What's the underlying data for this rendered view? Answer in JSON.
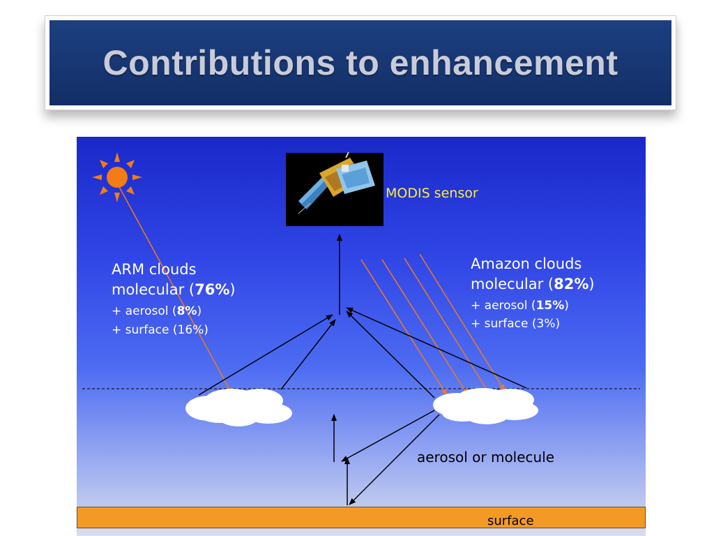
{
  "slide": {
    "title": "Contributions to enhancement"
  },
  "diagram": {
    "sensor_label": "MODIS sensor",
    "arm": {
      "heading": "ARM clouds",
      "molecular_prefix": "molecular (",
      "molecular_value": "76%",
      "molecular_suffix": ")",
      "aerosol_prefix": "+ aerosol (",
      "aerosol_value": "8%",
      "aerosol_suffix": ")",
      "surface_line": "+ surface (16%)"
    },
    "amazon": {
      "heading": "Amazon clouds",
      "molecular_prefix": "molecular (",
      "molecular_value": "82%",
      "molecular_suffix": ")",
      "aerosol_prefix": "+ aerosol (",
      "aerosol_value": "15%",
      "aerosol_suffix": ")",
      "surface_line": "+ surface (3%)"
    },
    "scatter_label": "aerosol or molecule",
    "surface_label": "surface",
    "colors": {
      "sunlight_ray": "#f07a1e",
      "sun": "#f47c14",
      "path_arrows": "#000000",
      "sensor_label": "#ffee3a",
      "surface": "#f39a26",
      "cloud": "#ffffff"
    },
    "icons": [
      "sun-icon",
      "satellite-icon",
      "cloud-icon"
    ]
  }
}
